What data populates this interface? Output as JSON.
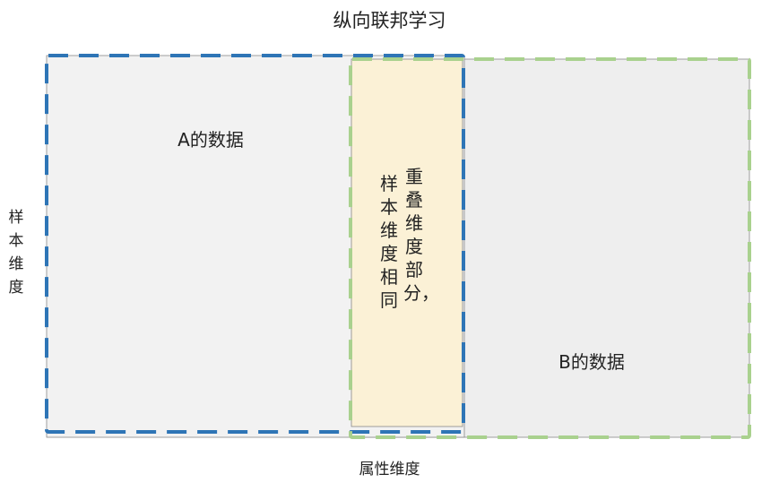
{
  "title": "纵向联邦学习",
  "regions": {
    "a_data": "A的数据",
    "b_data": "B的数据",
    "overlap_line1": "样本维度相同",
    "overlap_line2": "重叠维度部分，"
  },
  "axes": {
    "sample_dimension": "样本维度",
    "attribute_dimension": "属性维度"
  },
  "colors": {
    "a_border": "#2e75b6",
    "b_border": "#a9d18e",
    "a_fill": "#f2f2f2",
    "b_fill": "#eeeeee",
    "overlap_fill": "#fbf1d6",
    "outline": "#7f7f7f"
  }
}
